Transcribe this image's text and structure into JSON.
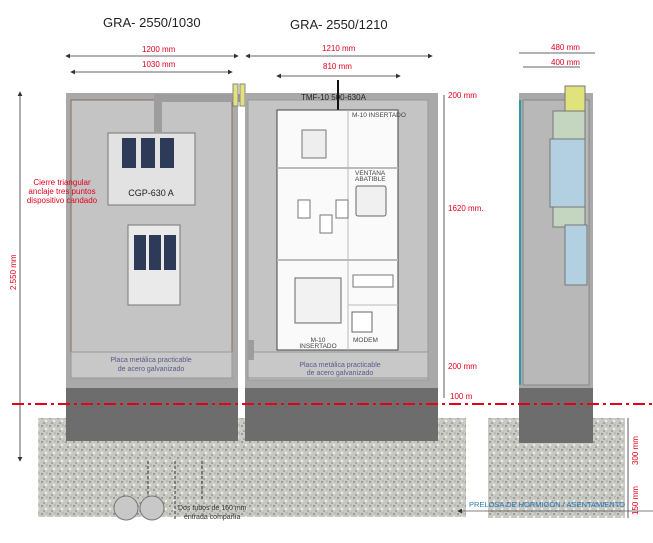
{
  "titles": {
    "left": "GRA- 2550/1030",
    "right": "GRA- 2550/1210"
  },
  "dimensions": {
    "left_outer": "1200 mm",
    "left_inner": "1030 mm",
    "right_outer": "1210 mm",
    "right_inner": "810 mm",
    "side_outer": "480 mm",
    "side_inner": "400 mm",
    "height_total": "2.550 mm",
    "top_zone": "200 mm",
    "middle_zone": "1620 mm.",
    "bottom_zone": "200 mm",
    "plinth": "100 m",
    "base_300": "300 mm",
    "base_150": "150 mm"
  },
  "labels": {
    "lock_note": [
      "Cierre triangular",
      "anclaje tres puntos",
      "dispositivo candado"
    ],
    "cgp": "CGP-630 A",
    "tmf": "TMF-10 500-630A",
    "placa_left": [
      "Placa metálica practicable",
      "de acero galvanizado"
    ],
    "placa_right": [
      "Placa metálica practicable",
      "de acero galvanizado"
    ],
    "panel_top": "M-10 INSERTADO",
    "ventana": [
      "VENTANA",
      "ABATIBLE"
    ],
    "modem": "MODEM",
    "m10_bottom": [
      "M-10",
      "INSERTADO"
    ],
    "tubes": [
      "Dos tubos de 160 mm",
      "entrada compañía"
    ],
    "prelosa": "PRELOSA DE HORMIGÓN / ASENTAMIENTO"
  },
  "colors": {
    "dimension_red": "#e3001b",
    "prelosa_blue": "#2a7ab8",
    "cabinet": "#bdbdbd",
    "plinth": "#6d6d6d"
  }
}
